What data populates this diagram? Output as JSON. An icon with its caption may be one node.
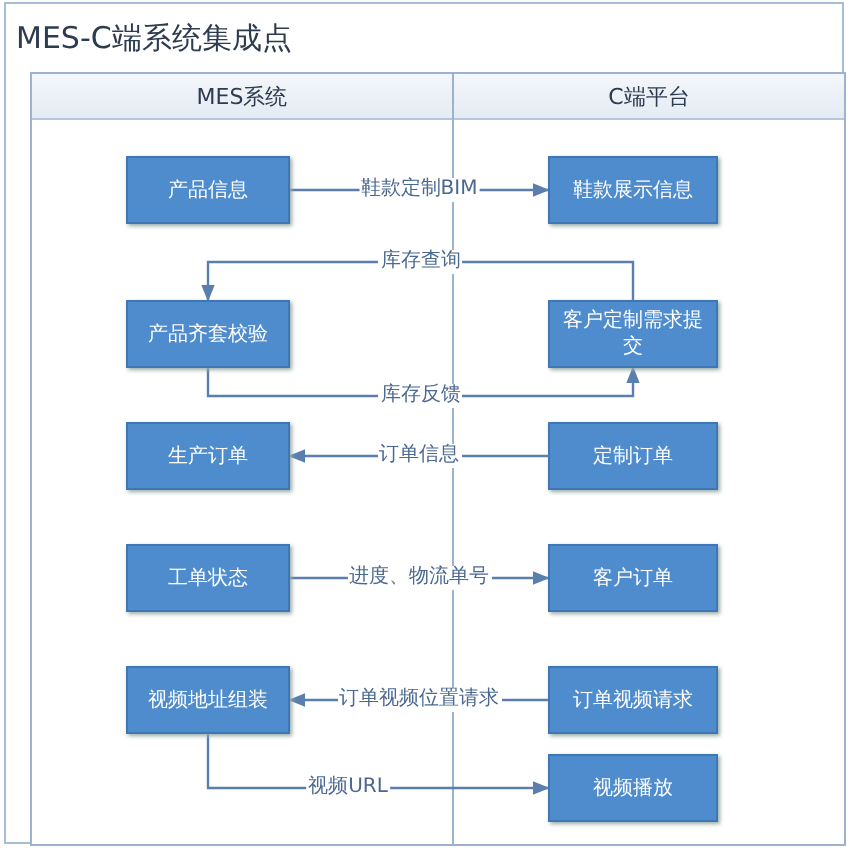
{
  "diagram": {
    "title": "MES-C端系统集成点",
    "nodes": [
      {
        "text": [
          "MES系统"
        ]
      },
      {
        "text": [
          "C端平台"
        ]
      },
      {
        "text": [
          "产品信息"
        ],
        "in": 0
      },
      {
        "text": [
          "鞋款展示信息"
        ],
        "in": 1
      },
      {
        "text": [
          "产品齐套校验"
        ],
        "in": 0
      },
      {
        "text": [
          "客户定制需求提交"
        ],
        "in": 1
      },
      {
        "text": [
          "生产订单"
        ],
        "in": 0
      },
      {
        "text": [
          "定制订单"
        ],
        "in": 1
      },
      {
        "text": [
          "工单状态"
        ],
        "in": 0
      },
      {
        "text": [
          "客户订单"
        ],
        "in": 1
      },
      {
        "text": [
          "视频地址组装"
        ],
        "in": 0
      },
      {
        "text": [
          "订单视频请求"
        ],
        "in": 1
      },
      {
        "text": [
          "视频播放"
        ],
        "in": 1
      }
    ],
    "edges": [
      {
        "from": 2,
        "to": 3,
        "arrow": "to",
        "label": "鞋款定制BIM"
      },
      {
        "from": 5,
        "to": 4,
        "arrow": "to",
        "label": "库存查询"
      },
      {
        "from": 4,
        "to": 5,
        "arrow": "to",
        "label": "库存反馈"
      },
      {
        "from": 7,
        "to": 6,
        "arrow": "to",
        "label": "订单信息"
      },
      {
        "from": 8,
        "to": 9,
        "arrow": "to",
        "label": "进度、物流单号"
      },
      {
        "from": 11,
        "to": 10,
        "arrow": "to",
        "label": "订单视频位置请求"
      },
      {
        "from": 10,
        "to": 12,
        "arrow": "to",
        "label": "视频URL"
      }
    ]
  }
}
